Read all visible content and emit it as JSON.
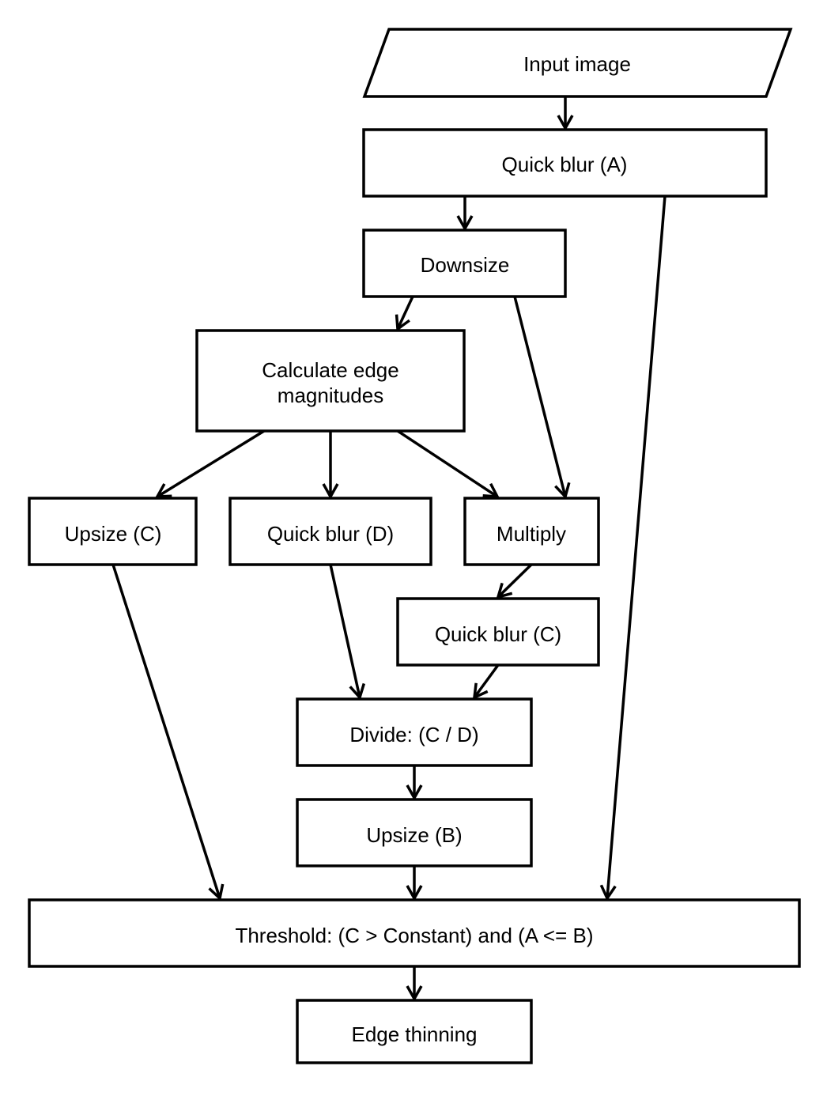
{
  "diagram": {
    "nodes": {
      "input_image": {
        "label": "Input image",
        "shape": "parallelogram"
      },
      "quick_blur_a": {
        "label": "Quick blur (A)",
        "shape": "rectangle"
      },
      "downsize": {
        "label": "Downsize",
        "shape": "rectangle"
      },
      "calculate_edge_magnitudes": {
        "label_lines": [
          "Calculate edge",
          "magnitudes"
        ],
        "shape": "rectangle"
      },
      "upsize_c": {
        "label": "Upsize (C)",
        "shape": "rectangle"
      },
      "quick_blur_d": {
        "label": "Quick blur (D)",
        "shape": "rectangle"
      },
      "multiply": {
        "label": "Multiply",
        "shape": "rectangle"
      },
      "quick_blur_c": {
        "label": "Quick blur (C)",
        "shape": "rectangle"
      },
      "divide": {
        "label": "Divide: (C / D)",
        "shape": "rectangle"
      },
      "upsize_b": {
        "label": "Upsize (B)",
        "shape": "rectangle"
      },
      "threshold": {
        "label": "Threshold: (C > Constant) and (A <= B)",
        "shape": "rectangle"
      },
      "edge_thinning": {
        "label": "Edge thinning",
        "shape": "rectangle"
      }
    },
    "edges": [
      {
        "from": "input_image",
        "to": "quick_blur_a"
      },
      {
        "from": "quick_blur_a",
        "to": "downsize"
      },
      {
        "from": "quick_blur_a",
        "to": "threshold"
      },
      {
        "from": "downsize",
        "to": "calculate_edge_magnitudes"
      },
      {
        "from": "downsize",
        "to": "multiply"
      },
      {
        "from": "calculate_edge_magnitudes",
        "to": "upsize_c"
      },
      {
        "from": "calculate_edge_magnitudes",
        "to": "quick_blur_d"
      },
      {
        "from": "calculate_edge_magnitudes",
        "to": "multiply"
      },
      {
        "from": "upsize_c",
        "to": "threshold"
      },
      {
        "from": "quick_blur_d",
        "to": "divide"
      },
      {
        "from": "multiply",
        "to": "quick_blur_c"
      },
      {
        "from": "quick_blur_c",
        "to": "divide"
      },
      {
        "from": "divide",
        "to": "upsize_b"
      },
      {
        "from": "upsize_b",
        "to": "threshold"
      },
      {
        "from": "threshold",
        "to": "edge_thinning"
      }
    ],
    "colors": {
      "stroke": "#000000",
      "fill": "#ffffff",
      "text": "#000000"
    }
  }
}
